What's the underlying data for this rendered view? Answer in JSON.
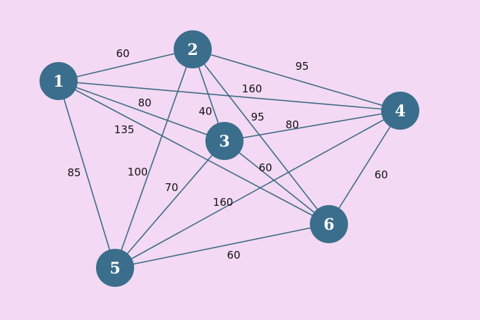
{
  "colors": {
    "background": "#f3d9f3",
    "node_fill": "#3a6e8c",
    "edge_stroke": "#3e6a85",
    "node_text": "#ffffff",
    "edge_text": "#111111"
  },
  "nodes": [
    {
      "id": "1",
      "label": "1"
    },
    {
      "id": "2",
      "label": "2"
    },
    {
      "id": "3",
      "label": "3"
    },
    {
      "id": "4",
      "label": "4"
    },
    {
      "id": "5",
      "label": "5"
    },
    {
      "id": "6",
      "label": "6"
    }
  ],
  "edges": [
    {
      "from": "1",
      "to": "2",
      "weight": "60"
    },
    {
      "from": "1",
      "to": "3",
      "weight": "80"
    },
    {
      "from": "1",
      "to": "4",
      "weight": "160"
    },
    {
      "from": "1",
      "to": "5",
      "weight": "85"
    },
    {
      "from": "1",
      "to": "6",
      "weight": "135"
    },
    {
      "from": "2",
      "to": "3",
      "weight": "40"
    },
    {
      "from": "2",
      "to": "4",
      "weight": "95"
    },
    {
      "from": "2",
      "to": "5",
      "weight": "100"
    },
    {
      "from": "2",
      "to": "6",
      "weight": "95"
    },
    {
      "from": "3",
      "to": "4",
      "weight": "80"
    },
    {
      "from": "3",
      "to": "5",
      "weight": "70"
    },
    {
      "from": "3",
      "to": "6",
      "weight": "60"
    },
    {
      "from": "4",
      "to": "5",
      "weight": "160"
    },
    {
      "from": "4",
      "to": "6",
      "weight": "60"
    },
    {
      "from": "5",
      "to": "6",
      "weight": "60"
    }
  ]
}
